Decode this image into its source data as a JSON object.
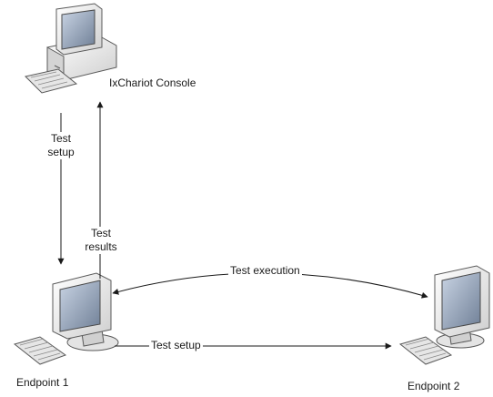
{
  "nodes": {
    "console": {
      "label": "IxChariot Console",
      "icon": "desktop-computer-icon"
    },
    "endpoint1": {
      "label": "Endpoint 1",
      "icon": "monitor-icon"
    },
    "endpoint2": {
      "label": "Endpoint 2",
      "icon": "monitor-icon"
    }
  },
  "edges": {
    "console_to_ep1": {
      "label_line1": "Test",
      "label_line2": "setup"
    },
    "ep1_to_console": {
      "label_line1": "Test",
      "label_line2": "results"
    },
    "execution": {
      "label": "Test execution"
    },
    "ep1_to_ep2_setup": {
      "label": "Test setup"
    }
  },
  "colors": {
    "line": "#1a1a1a",
    "device_body": "#efefef",
    "device_outline": "#5a5a5a",
    "screen": "#7f8fa6"
  }
}
